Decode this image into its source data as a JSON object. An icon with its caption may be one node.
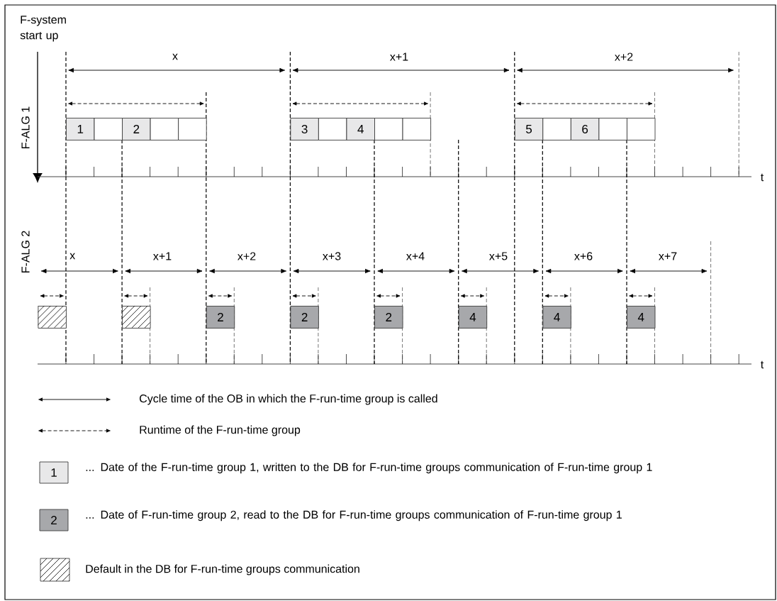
{
  "diagram": {
    "nodes": [
      {
        "text": [
          "1"
        ]
      },
      {
        "text": [],
        "shape": "box"
      },
      {
        "text": [
          "2"
        ]
      },
      {
        "text": [],
        "shape": "box"
      },
      {
        "text": [],
        "shape": "box"
      },
      {
        "text": [
          "3"
        ]
      },
      {
        "text": [],
        "shape": "box"
      },
      {
        "text": [
          "4"
        ]
      },
      {
        "text": [],
        "shape": "box"
      },
      {
        "text": [],
        "shape": "box"
      },
      {
        "text": [
          "5"
        ]
      },
      {
        "text": [],
        "shape": "box"
      },
      {
        "text": [
          "6"
        ]
      },
      {
        "text": [],
        "shape": "box"
      },
      {
        "text": [],
        "shape": "box"
      },
      {
        "text": [],
        "shape": "box"
      },
      {
        "text": [],
        "shape": "box"
      },
      {
        "text": [
          "2"
        ]
      },
      {
        "text": [
          "2"
        ]
      },
      {
        "text": [
          "2"
        ]
      },
      {
        "text": [
          "4"
        ]
      },
      {
        "text": [
          "4"
        ]
      },
      {
        "text": [
          "4"
        ]
      }
    ],
    "labels": [
      "F-system start up",
      "x",
      "x+1",
      "x+2",
      "F-ALG 1",
      "t",
      "F-ALG 2",
      "x",
      "x+1",
      "x+2",
      "x+3",
      "x+4",
      "x+5",
      "x+6",
      "x+7",
      "t",
      "1",
      "2"
    ],
    "legend": [
      {
        "text": "Cycle time of the OB in which the F-run-time group is called"
      },
      {
        "text": "Runtime of the F-run-time group"
      },
      {
        "text": "... Date of the F-run-time group 1, written to the DB for F-run-time groups communication of F-run-time group 1",
        "color": "#e8e8e9"
      },
      {
        "text": "... Date of F-run-time group 2, read to the DB for F-run-time groups communication of F-run-time group 1",
        "color": "#a7a8ab"
      },
      {
        "text": "Default in the DB for F-run-time groups communication"
      }
    ]
  }
}
